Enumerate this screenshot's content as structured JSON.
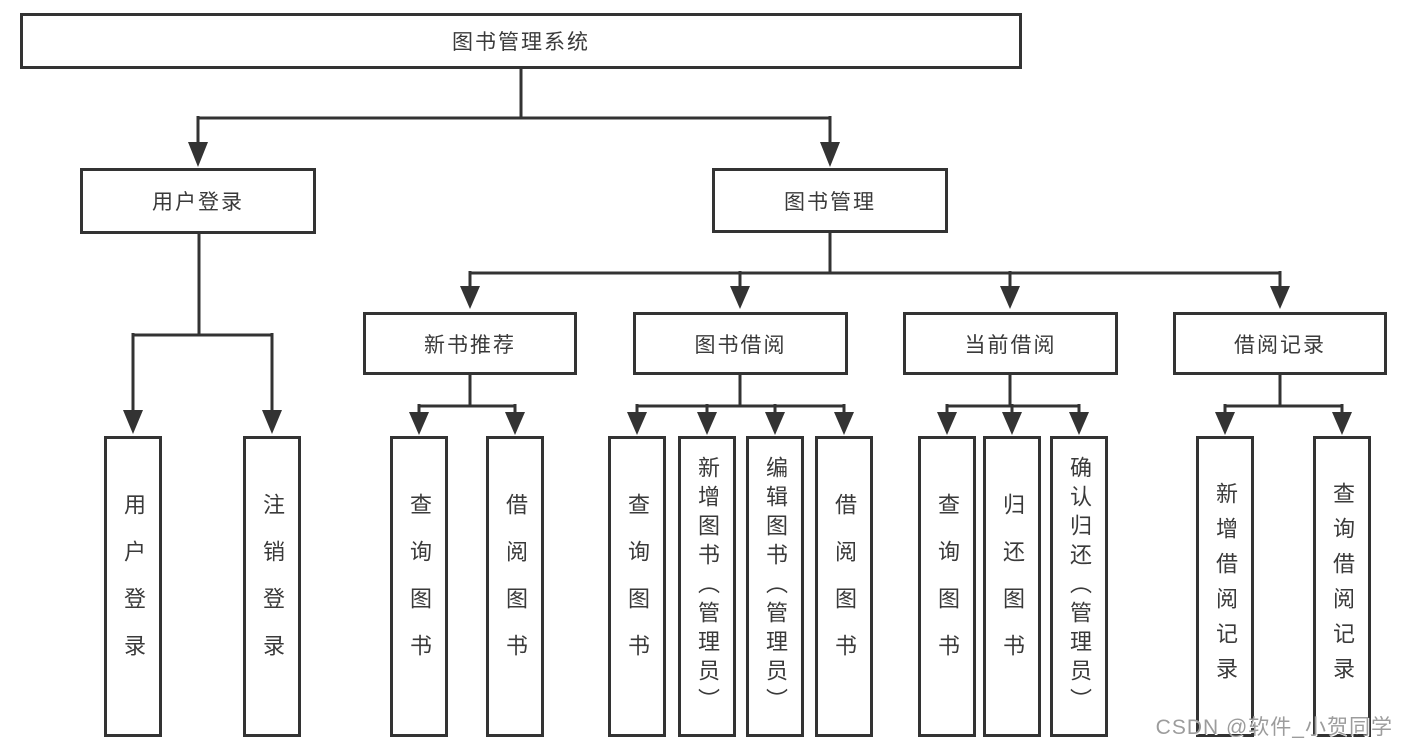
{
  "colors": {
    "bg": "#ffffff",
    "line": "#333333",
    "box_bg": "#ffffff",
    "text": "#3a3a3a",
    "watermark": "#9c9c9c"
  },
  "watermark": {
    "text": "CSDN @软件_小贺同学"
  },
  "tree": {
    "root": {
      "label": "图书管理系统",
      "children": [
        {
          "label": "用户登录",
          "children": [
            {
              "label": "用户登录"
            },
            {
              "label": "注销登录"
            }
          ]
        },
        {
          "label": "图书管理",
          "children": [
            {
              "label": "新书推荐",
              "children": [
                {
                  "label": "查询图书"
                },
                {
                  "label": "借阅图书"
                }
              ]
            },
            {
              "label": "图书借阅",
              "children": [
                {
                  "label": "查询图书"
                },
                {
                  "label": "新增图书（管理员）"
                },
                {
                  "label": "编辑图书（管理员）"
                },
                {
                  "label": "借阅图书"
                }
              ]
            },
            {
              "label": "当前借阅",
              "children": [
                {
                  "label": "查询图书"
                },
                {
                  "label": "归还图书"
                },
                {
                  "label": "确认归还（管理员）"
                }
              ]
            },
            {
              "label": "借阅记录",
              "children": [
                {
                  "label": "新增借阅记录"
                },
                {
                  "label": "查询借阅记录"
                }
              ]
            }
          ]
        }
      ]
    }
  }
}
